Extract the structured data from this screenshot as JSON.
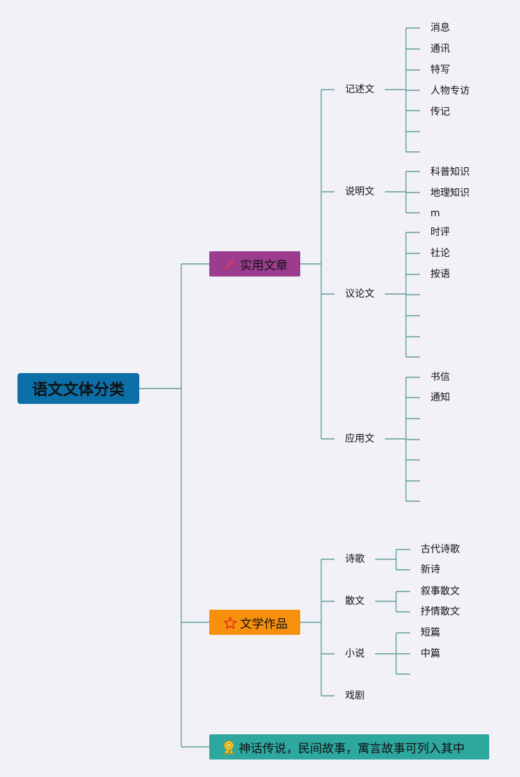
{
  "root": {
    "label": "语文文体分类"
  },
  "branches": {
    "practical": {
      "label": "实用文章",
      "icon": "wand-icon",
      "groups": [
        {
          "label": "记述文",
          "items": [
            "消息",
            "通讯",
            "特写",
            "人物专访",
            "传记"
          ]
        },
        {
          "label": "说明文",
          "items": [
            "科普知识",
            "地理知识",
            "m"
          ]
        },
        {
          "label": "议论文",
          "items": [
            "时评",
            "社论",
            "按语"
          ]
        },
        {
          "label": "应用文",
          "items": [
            "书信",
            "通知"
          ]
        }
      ]
    },
    "literary": {
      "label": "文学作品",
      "icon": "star-icon",
      "groups": [
        {
          "label": "诗歌",
          "items": [
            "古代诗歌",
            "新诗"
          ]
        },
        {
          "label": "散文",
          "items": [
            "叙事散文",
            "抒情散文"
          ]
        },
        {
          "label": "小说",
          "items": [
            "短篇",
            "中篇"
          ]
        },
        {
          "label": "戏剧",
          "items": []
        }
      ]
    },
    "note": {
      "label": "神话传说，民间故事，寓言故事可列入其中",
      "icon": "award-ribbon-icon"
    }
  },
  "colors": {
    "root": "#0d6fa8",
    "practical": "#9b3c8f",
    "literary": "#f7900d",
    "note": "#2ea79f",
    "connector": "#5f9e96",
    "background": "#f2f1f8"
  }
}
